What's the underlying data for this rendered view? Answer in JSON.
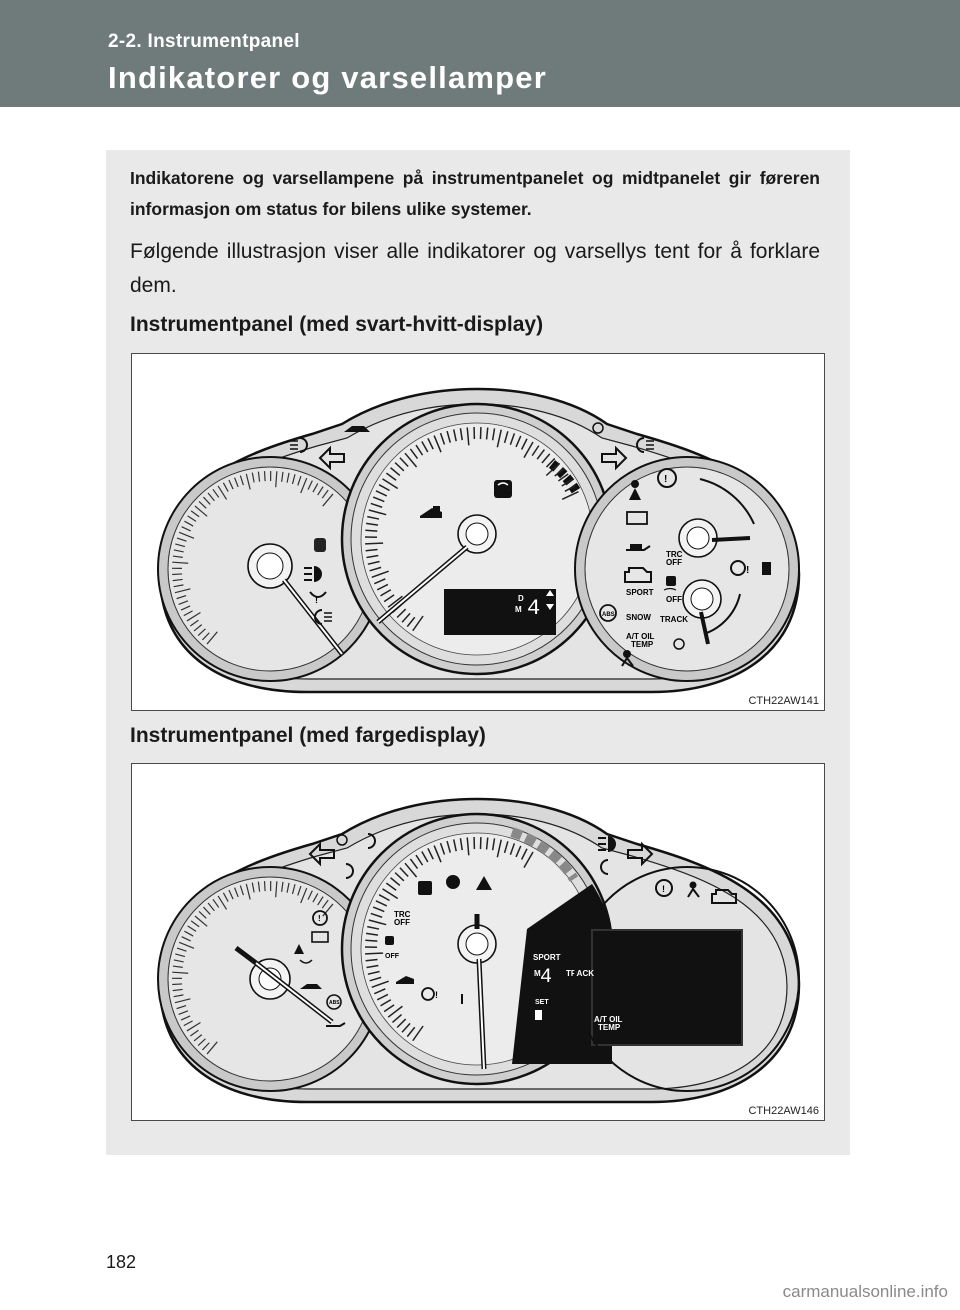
{
  "header": {
    "section": "2-2. Instrumentpanel",
    "title": "Indikatorer og varsellamper"
  },
  "intro": "Indikatorene og varsellampene på instrumentpanelet og midtpanelet gir føreren informasjon om status for bilens ulike systemer.",
  "body": "Følgende illustrasjon viser alle indikatorer og varsellys tent for å forklare dem.",
  "figure1": {
    "heading": "Instrumentpanel (med svart-hvitt-display)",
    "code": "CTH22AW141",
    "labels": {
      "trc": "TRC",
      "trc_off": "OFF",
      "vsc_off": "OFF",
      "sport": "SPORT",
      "snow": "SNOW",
      "track": "TRACK",
      "at_oil": "A/T OIL",
      "temp": "TEMP",
      "gear": "4",
      "d": "D",
      "m": "M",
      "abs": "ABS"
    }
  },
  "figure2": {
    "heading": "Instrumentpanel (med fargedisplay)",
    "code": "CTH22AW146",
    "labels": {
      "trc": "TRC",
      "trc_off": "OFF",
      "vsc_off": "OFF",
      "sport": "SPORT",
      "track": "TRACK",
      "at_oil": "A/T OIL",
      "temp": "TEMP",
      "gear": "4",
      "m": "M",
      "set": "SET",
      "abs": "ABS"
    }
  },
  "page_number": "182",
  "watermark": "carmanualsonline.info"
}
